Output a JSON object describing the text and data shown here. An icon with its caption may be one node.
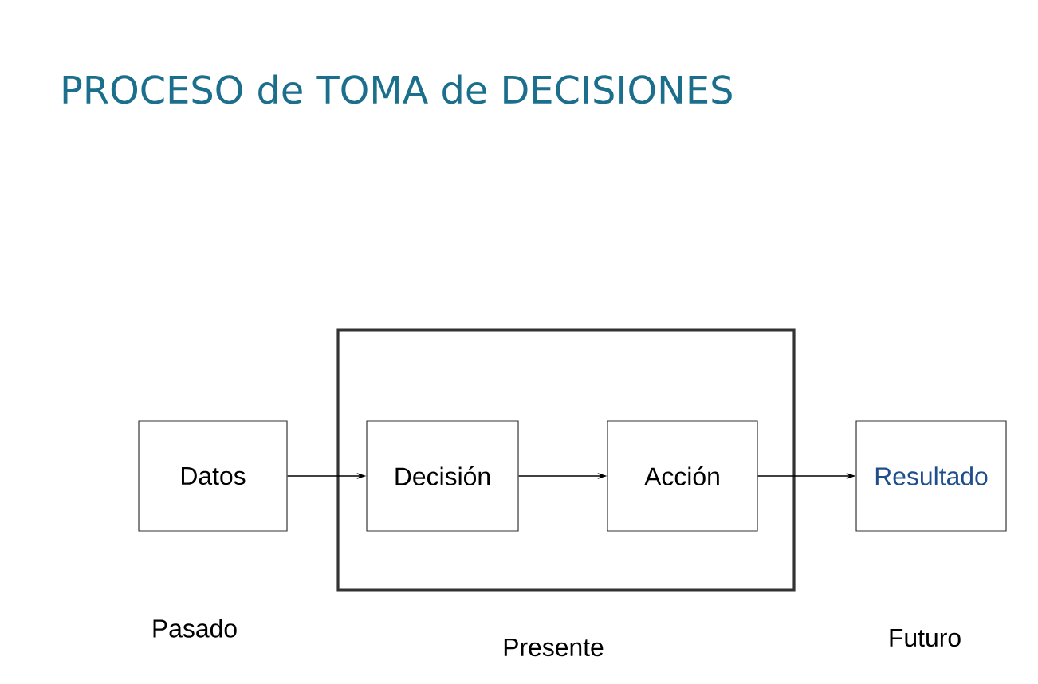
{
  "diagram": {
    "title": "PROCESO de TOMA de DECISIONES",
    "nodes": [
      {
        "text": [
          "Datos"
        ],
        "beside": [
          "Pasado"
        ]
      },
      {
        "text": [],
        "shape": "box",
        "beside": [
          "Presente"
        ]
      },
      {
        "text": [
          "Decisión"
        ],
        "in": 1
      },
      {
        "text": [
          "Acción"
        ],
        "in": 1
      },
      {
        "text": [
          "Resultado"
        ],
        "beside": [
          "Futuro"
        ]
      }
    ],
    "edges": [
      {
        "from": 0,
        "to": 2,
        "arrow": "to"
      },
      {
        "from": 2,
        "to": 3,
        "arrow": "to"
      },
      {
        "from": 3,
        "to": 4,
        "arrow": "to"
      }
    ]
  }
}
